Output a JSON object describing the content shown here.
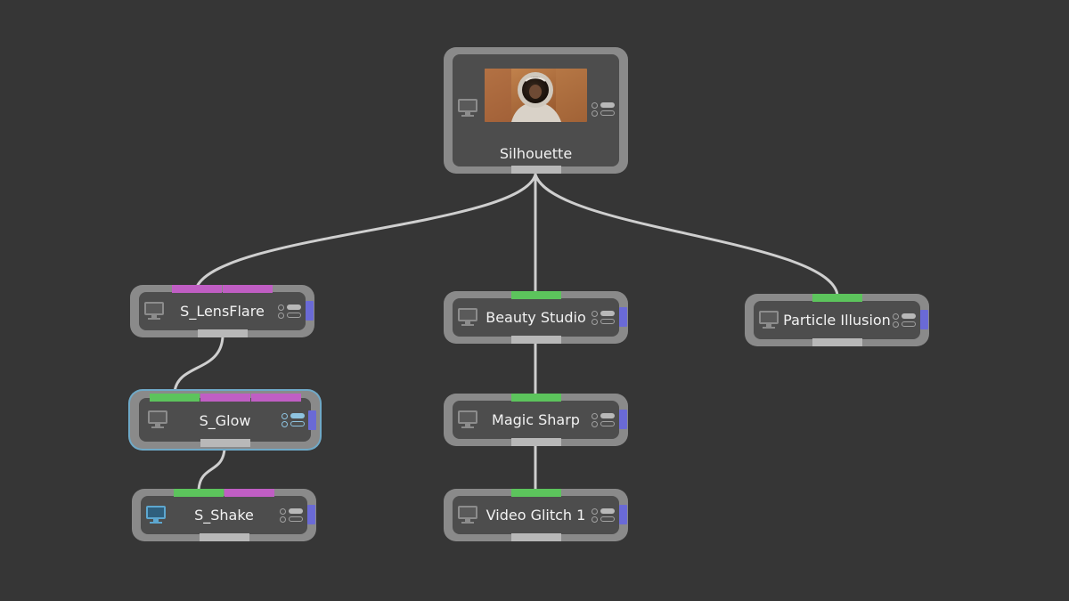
{
  "colors": {
    "background": "#363636",
    "wire": "#cfcfcf",
    "node_frame": "#8a8a8a",
    "node_body": "#4d4d4d",
    "port_green": "#5cc45c",
    "port_magenta": "#c05ec4",
    "output_port": "#6a6ad6",
    "selection": "#6fa9c7"
  },
  "nodes": {
    "silhouette": {
      "title": "Silhouette",
      "icon": "monitor-icon",
      "thumbnail": "astronaut-thumbnail"
    },
    "lensflare": {
      "title": "S_LensFlare",
      "icon": "monitor-icon",
      "input_ports": [
        "magenta",
        "magenta"
      ]
    },
    "glow": {
      "title": "S_Glow",
      "icon": "monitor-icon",
      "selected": true,
      "input_ports": [
        "green",
        "magenta",
        "magenta"
      ]
    },
    "shake": {
      "title": "S_Shake",
      "icon": "monitor-icon-active",
      "input_ports": [
        "green",
        "magenta"
      ]
    },
    "beauty": {
      "title": "Beauty Studio",
      "icon": "monitor-icon",
      "input_ports": [
        "green"
      ]
    },
    "magic": {
      "title": "Magic Sharp",
      "icon": "monitor-icon",
      "input_ports": [
        "green"
      ]
    },
    "glitch": {
      "title": "Video Glitch 1",
      "icon": "monitor-icon",
      "input_ports": [
        "green"
      ]
    },
    "particle": {
      "title": "Particle Illusion",
      "icon": "monitor-icon",
      "input_ports": [
        "green"
      ]
    }
  }
}
